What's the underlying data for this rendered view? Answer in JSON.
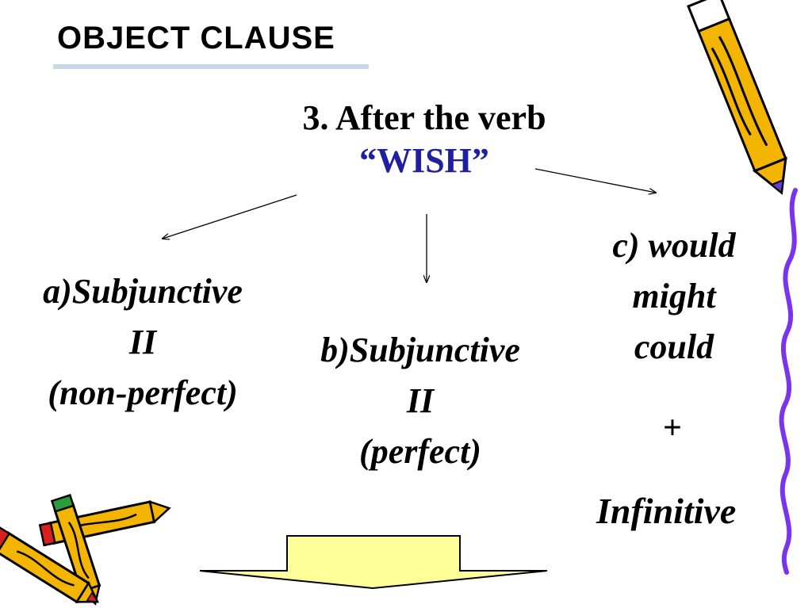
{
  "slide": {
    "title": "OBJECT CLAUSE",
    "heading_line1": "3. After the verb",
    "heading_line2": "“WISH”",
    "options": {
      "a": [
        "a)Subjunctive",
        "II",
        "(non-perfect)"
      ],
      "b": [
        "b)Subjunctive",
        "II",
        "(perfect)"
      ],
      "c": [
        "c) would",
        "might",
        "could"
      ]
    },
    "plus": "+",
    "infinitive": "Infinitive"
  },
  "colors": {
    "title_rule": "#c5d9ea",
    "wish_text": "#1f1f9f",
    "wavy_border": "#7a33ee",
    "pencil_body": "#f4b500",
    "pencil_outline": "#000000",
    "pencil_eraser": "#d92020",
    "pencil_tip": "#6a3ad0",
    "block_arrow_fill": "#ffff99"
  },
  "icons": [
    "pencil-icon-top-right",
    "pencils-icon-bottom-left",
    "down-block-arrow-icon"
  ]
}
